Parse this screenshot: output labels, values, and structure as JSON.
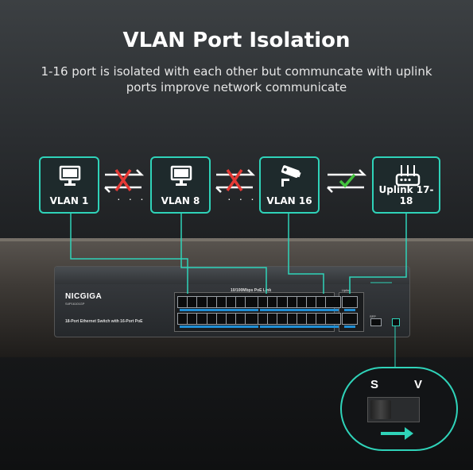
{
  "header": {
    "title": "VLAN Port Isolation",
    "subtitle": "1-16 port is isolated with each other but communcate with uplink ports improve network communicate"
  },
  "groups": [
    {
      "label": "VLAN 1",
      "icon": "monitor-icon"
    },
    {
      "label": "VLAN 8",
      "icon": "monitor-icon"
    },
    {
      "label": "VLAN 16",
      "icon": "cctv-camera-icon"
    },
    {
      "label": "Uplink 17-18",
      "icon": "router-icon"
    }
  ],
  "separators": [
    "· · ·",
    "· · ·"
  ],
  "device": {
    "brand": "NICGIGA",
    "model": "S4P16101GP",
    "description": "18-Port Ethernet Switch with 16-Port PoE",
    "port_speed_label": "10/100Mbps PoE Link",
    "uplink_label": "Uplink",
    "sfp_label": "SFP"
  },
  "dip_switch": {
    "left_label": "S",
    "right_label": "V"
  },
  "colors": {
    "accent": "#2fd3b9",
    "blocked": "#e53935",
    "allowed": "#43c23e",
    "switch_body": "#2b2e31"
  }
}
